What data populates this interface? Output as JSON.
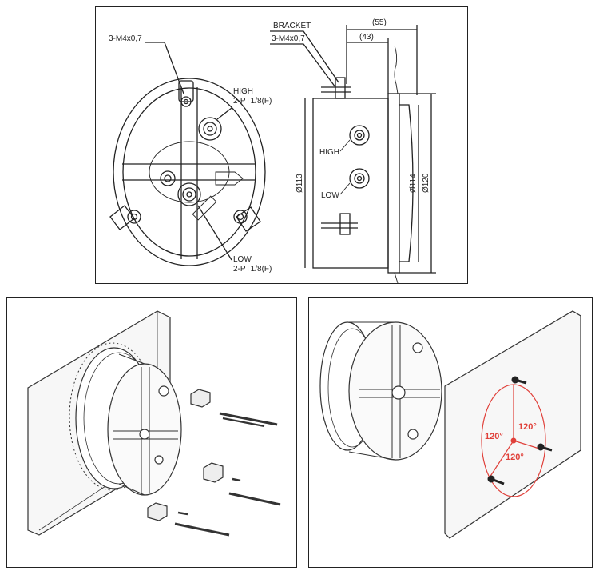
{
  "top_drawing": {
    "screw_callout_left": "3-M4x0,7",
    "high_callout_line1": "HIGH",
    "high_callout_line2": "2-PT1/8(F)",
    "low_callout_line1": "LOW",
    "low_callout_line2": "2-PT1/8(F)",
    "bracket_label": "BRACKET",
    "screw_callout_right": "3-M4x0,7",
    "dim_outer_depth": "(55)",
    "dim_inner_depth": "(43)",
    "dim_body_diameter": "Ø113",
    "dim_face_diameter": "Ø114",
    "dim_flange_diameter": "Ø120",
    "port_high_label": "HIGH",
    "port_low_label": "LOW"
  },
  "bottom_right": {
    "angle_top": "120°",
    "angle_left": "120°",
    "angle_bottom": "120°",
    "accent_color": "#e0403a"
  }
}
